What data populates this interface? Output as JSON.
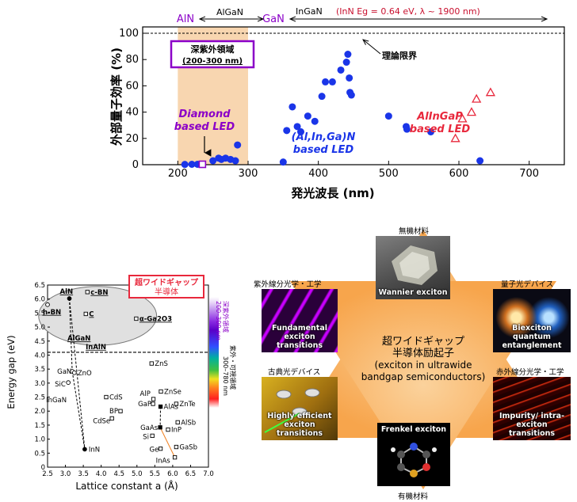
{
  "chart_data": [
    {
      "type": "scatter",
      "xlabel": "発光波長 (nm)",
      "ylabel": "外部量子効率 (%)",
      "xlim": [
        150,
        750
      ],
      "ylim": [
        0,
        100
      ],
      "xticks": [
        200,
        300,
        400,
        500,
        600,
        700
      ],
      "yticks": [
        0,
        20,
        40,
        60,
        80,
        100
      ],
      "hline": {
        "y": 100,
        "label": "理論限界"
      },
      "shaded_band": {
        "x": [
          200,
          300
        ],
        "label": "深紫外領域",
        "sublabel": "(200-300 nm)"
      },
      "top_labels": {
        "aln": "AlN",
        "algan": "AlGaN",
        "gan": "GaN",
        "ingan": "InGaN",
        "ingan_note": "(InN Eg = 0.64 eV, λ ~ 1900 nm)"
      },
      "annotations": {
        "diamond_1": "Diamond",
        "diamond_2": "based LED",
        "nitride_1": "(Al,In,Ga)N",
        "nitride_2": "based LED",
        "alingap_1": "AlInGaP",
        "alingap_2": "based LED"
      },
      "series": [
        {
          "name": "Diamond based LED",
          "color": "#8b00c8",
          "points": [
            [
              235,
              0.3
            ]
          ]
        },
        {
          "name": "(Al,In,Ga)N based LED",
          "color": "#1a35e8",
          "points": [
            [
              210,
              0.2
            ],
            [
              220,
              0.3
            ],
            [
              228,
              0.3
            ],
            [
              250,
              3
            ],
            [
              258,
              5
            ],
            [
              262,
              4
            ],
            [
              268,
              5
            ],
            [
              275,
              4
            ],
            [
              282,
              3
            ],
            [
              285,
              15
            ],
            [
              350,
              2
            ],
            [
              355,
              26
            ],
            [
              363,
              44
            ],
            [
              370,
              29
            ],
            [
              375,
              25
            ],
            [
              385,
              37
            ],
            [
              395,
              33
            ],
            [
              405,
              52
            ],
            [
              410,
              63
            ],
            [
              420,
              63
            ],
            [
              432,
              72
            ],
            [
              440,
              78
            ],
            [
              442,
              84
            ],
            [
              444,
              66
            ],
            [
              445,
              55
            ],
            [
              447,
              53
            ],
            [
              500,
              37
            ],
            [
              525,
              29
            ],
            [
              526,
              27
            ],
            [
              560,
              25
            ],
            [
              630,
              3
            ]
          ]
        },
        {
          "name": "AlInGaP based LED",
          "color": "#e8283c",
          "points": [
            [
              595,
              20
            ],
            [
              605,
              35
            ],
            [
              618,
              40
            ],
            [
              625,
              50
            ],
            [
              645,
              55
            ]
          ]
        }
      ]
    },
    {
      "type": "scatter",
      "xlabel": "Lattice constant a (Å)",
      "ylabel": "Energy gap (eV)",
      "xlim": [
        2.5,
        7.0
      ],
      "ylim": [
        0,
        6.5
      ],
      "xticks": [
        "2.5",
        "3.0",
        "3.5",
        "4.0",
        "4.5",
        "5.0",
        "5.5",
        "6.0",
        "6.5",
        "7.0"
      ],
      "yticks": [
        "0",
        "0.5",
        "1.0",
        "1.5",
        "2.0",
        "2.5",
        "3.0",
        "3.5",
        "4.0",
        "4.5",
        "5.0",
        "5.5",
        "6.0",
        "6.5"
      ],
      "dashed_line_y": 4.1,
      "callout": {
        "line1": "超ワイドギャップ",
        "line2": "半導体"
      },
      "side_band": {
        "uv_text": "深紫外領域",
        "uv_range": "200–300 nm",
        "vis_text": "紫外・可視領域",
        "vis_range": "300–780 nm"
      },
      "materials": [
        {
          "name": "AlN",
          "x": 3.11,
          "y": 6.02
        },
        {
          "name": "c-BN",
          "x": 3.615,
          "y": 6.25
        },
        {
          "name": "h-BN",
          "x": 2.5,
          "y": 5.8
        },
        {
          "name": "C",
          "x": 3.57,
          "y": 5.47
        },
        {
          "name": "α-Ga2O3",
          "x": 4.98,
          "y": 5.3
        },
        {
          "name": "AlGaN",
          "x": 3.1,
          "y": 4.6
        },
        {
          "name": "InAlN",
          "x": 3.5,
          "y": 4.3
        },
        {
          "name": "ZnS",
          "x": 5.41,
          "y": 3.7
        },
        {
          "name": "GaN",
          "x": 3.19,
          "y": 3.42
        },
        {
          "name": "ZnO",
          "x": 3.25,
          "y": 3.37
        },
        {
          "name": "SiC",
          "x": 3.08,
          "y": 3.02
        },
        {
          "name": "InGaN",
          "x": 3.3,
          "y": 2.4
        },
        {
          "name": "InN",
          "x": 3.54,
          "y": 0.64
        },
        {
          "name": "CdS",
          "x": 4.14,
          "y": 2.5
        },
        {
          "name": "GaP",
          "x": 5.45,
          "y": 2.26
        },
        {
          "name": "AlP",
          "x": 5.46,
          "y": 2.43
        },
        {
          "name": "BP",
          "x": 4.54,
          "y": 2.0
        },
        {
          "name": "CdSe",
          "x": 4.3,
          "y": 1.74
        },
        {
          "name": "GaAs",
          "x": 5.65,
          "y": 1.42
        },
        {
          "name": "Si",
          "x": 5.43,
          "y": 1.12
        },
        {
          "name": "Ge",
          "x": 5.66,
          "y": 0.66
        },
        {
          "name": "ZnSe",
          "x": 5.67,
          "y": 2.7
        },
        {
          "name": "ZnTe",
          "x": 6.1,
          "y": 2.26
        },
        {
          "name": "AlAs",
          "x": 5.66,
          "y": 2.16
        },
        {
          "name": "AlSb",
          "x": 6.14,
          "y": 1.6
        },
        {
          "name": "InP",
          "x": 5.87,
          "y": 1.34
        },
        {
          "name": "GaSb",
          "x": 6.1,
          "y": 0.72
        },
        {
          "name": "InAs",
          "x": 6.06,
          "y": 0.35
        }
      ]
    }
  ],
  "hexagram": {
    "center_1": "超ワイドギャップ",
    "center_2": "半導体励起子",
    "center_3": "(exciton in ultrawide",
    "center_4": "bandgap semiconductors)",
    "items": {
      "top": {
        "field": "無機材料",
        "caption": "Wannier exciton"
      },
      "upper_left": {
        "field": "紫外線分光学・工学",
        "caption": "Fundamental exciton transitions"
      },
      "upper_right": {
        "field": "量子光デバイス",
        "caption": "Biexciton quantum entanglement"
      },
      "lower_left": {
        "field": "古典光デバイス",
        "caption": "Highly efficient exciton transitions"
      },
      "lower_right": {
        "field": "赤外線分光学・工学",
        "caption": "Impurity/ intra-exciton transitions"
      },
      "bottom": {
        "field": "有機材料",
        "caption": "Frenkel exciton"
      }
    }
  },
  "colors": {
    "blue": "#1a35e8",
    "purple": "#8b00c8",
    "red": "#e8283c",
    "band": "#f8d6b0",
    "star": "#f9b36b",
    "callout_red": "#e8283c"
  }
}
